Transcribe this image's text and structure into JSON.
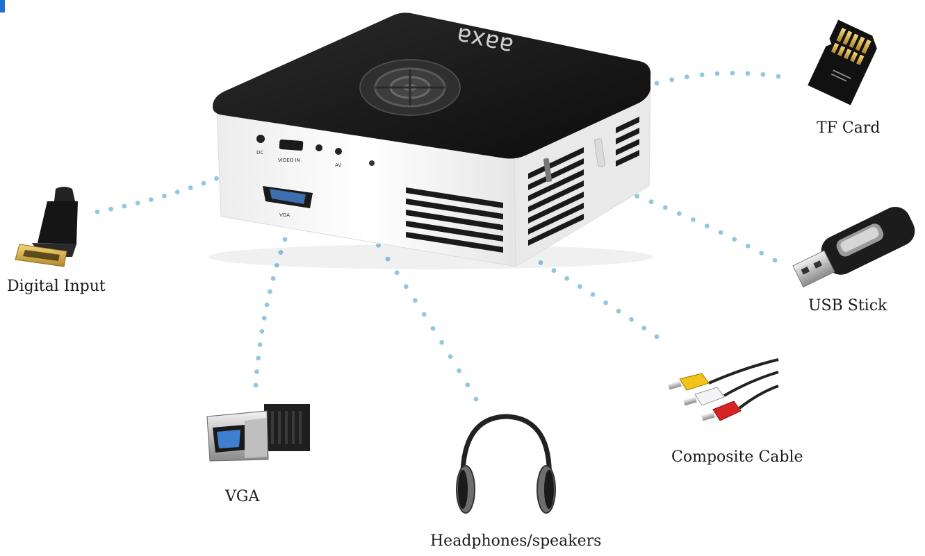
{
  "labels": {
    "tf_card": "TF Card",
    "digital_input": "Digital Input",
    "usb_stick": "USB Stick",
    "vga": "VGA",
    "composite_cable": "Composite Cable",
    "headphones": "Headphones/speakers"
  },
  "projector": {
    "brand": "aaxa",
    "ports": {
      "dc": "DC",
      "video_in": "VIDEO IN",
      "av": "AV",
      "vga": "VGA"
    }
  },
  "colors": {
    "dot": "#93c7e0",
    "accent": "#1f6fd1",
    "projector_top": "#1b1b1b",
    "projector_body": "#f3f3f3"
  },
  "icons": [
    "tf-card-icon",
    "hdmi-connector-icon",
    "usb-stick-icon",
    "vga-connector-icon",
    "composite-cable-icon",
    "headphones-icon",
    "projector-icon"
  ]
}
